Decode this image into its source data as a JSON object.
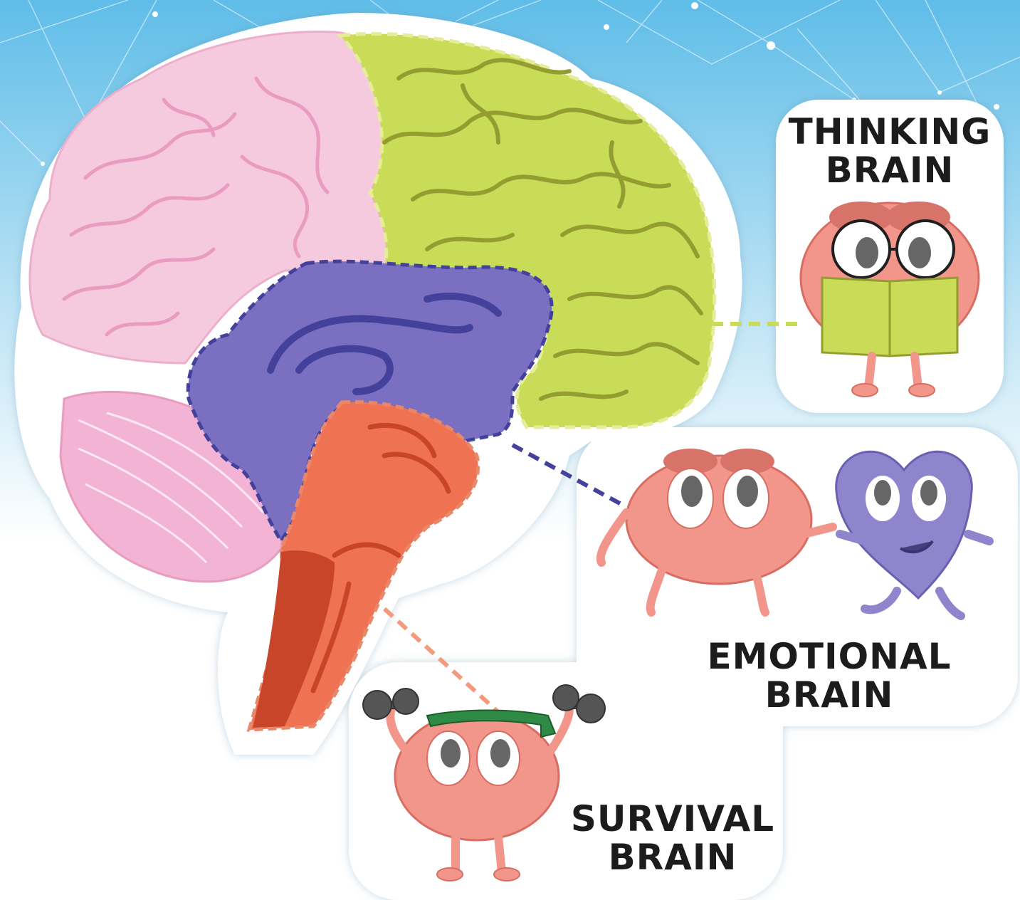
{
  "colors": {
    "background_top": "#6cc3ea",
    "background_bottom": "#ffffff",
    "thinking_region": "#c9dc57",
    "thinking_line": "#949e30",
    "emotional_region": "#7a6fc0",
    "emotional_line": "#43419b",
    "survival_region": "#ef7352",
    "survival_dark": "#c8452a",
    "cortex_pink": "#f5cadf",
    "cortex_line": "#ea9bc1",
    "character_pink": "#f2958a",
    "heart_purple": "#8e85cc"
  },
  "labels": {
    "thinking": {
      "line1": "THINKING",
      "line2": "BRAIN"
    },
    "emotional": {
      "line1": "EMOTIONAL",
      "line2": "BRAIN"
    },
    "survival": {
      "line1": "SURVIVAL",
      "line2": "BRAIN"
    }
  },
  "characters": {
    "thinking": "brain-reading-book",
    "emotional": "brain-holding-hands-with-heart",
    "survival": "brain-lifting-dumbbells"
  }
}
